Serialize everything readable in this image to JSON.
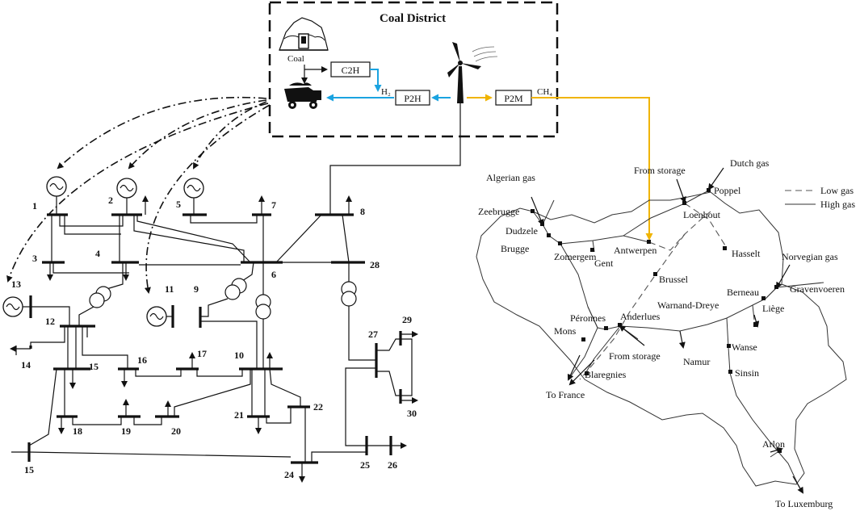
{
  "coal_district": {
    "title": "Coal District",
    "coal_label": "Coal",
    "c2h": "C2H",
    "p2h": "P2H",
    "p2m": "P2M",
    "h2": "H₂",
    "ch4": "CH₄"
  },
  "buses": [
    "1",
    "2",
    "3",
    "4",
    "5",
    "6",
    "7",
    "8",
    "9",
    "10",
    "11",
    "12",
    "13",
    "14",
    "15",
    "16",
    "17",
    "18",
    "19",
    "20",
    "21",
    "22",
    "24",
    "25",
    "26",
    "27",
    "28",
    "29",
    "30",
    "15"
  ],
  "gas_network": {
    "legend_low": "Low gas",
    "legend_high": "High gas",
    "sources": [
      "Algerian gas",
      "From storage",
      "Dutch gas",
      "Norvegian gas",
      "From storage"
    ],
    "cities": [
      "Zeebrugge",
      "Dudzele",
      "Brugge",
      "Zomergem",
      "Gent",
      "Antwerpen",
      "Poppel",
      "Loenhout",
      "Hasselt",
      "Brussel",
      "Gravenvoeren",
      "Berneau",
      "Liège",
      "Warnand-Dreye",
      "Péronnes",
      "Anderlues",
      "Mons",
      "Namur",
      "Wanse",
      "Sinsin",
      "Blaregnies",
      "Arlon"
    ],
    "exits": [
      "To France",
      "To Luxemburg"
    ]
  },
  "colors": {
    "hydrogen": "#1aa3e0",
    "methane": "#f0b400",
    "line": "#111111"
  }
}
